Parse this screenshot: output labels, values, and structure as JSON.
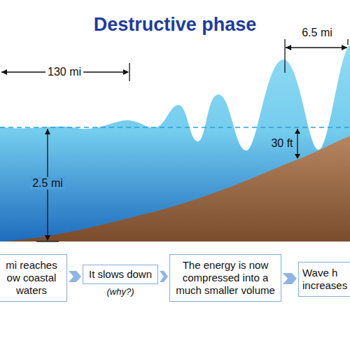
{
  "diagram": {
    "title": "Destructive phase",
    "nodes": [
      {
        "text": [
          "mi reaches ow coastal waters"
        ]
      },
      {
        "text": [
          "It slows down",
          "(why?)"
        ]
      },
      {
        "text": [
          "The energy is now compressed into a much smaller volume"
        ]
      },
      {
        "text": [
          "Wave h increases"
        ]
      }
    ],
    "edges": [
      {
        "from": 0,
        "to": 1,
        "arrow": "to"
      },
      {
        "from": 1,
        "to": 2,
        "arrow": "to"
      },
      {
        "from": 2,
        "to": 3,
        "arrow": "to"
      }
    ],
    "labels": [
      "130 mi",
      "6.5 mi",
      "2.5 mi",
      "30 ft"
    ]
  }
}
